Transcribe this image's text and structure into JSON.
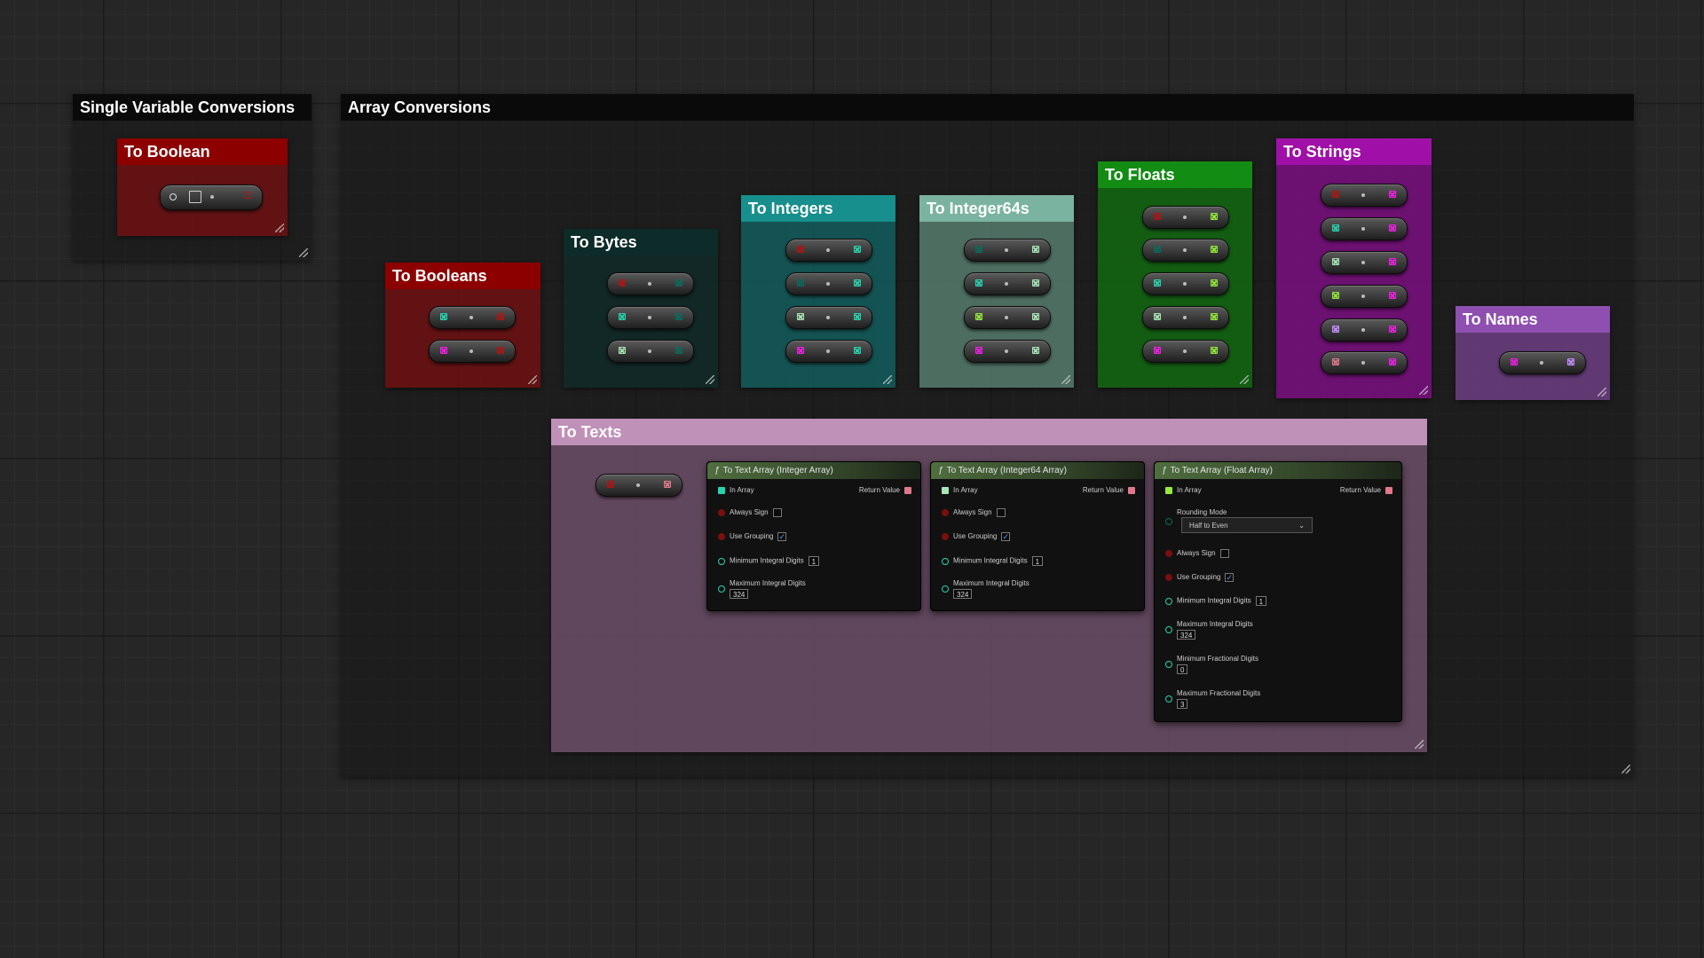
{
  "comments": {
    "single": "Single Variable Conversions",
    "array": "Array Conversions",
    "to_boolean": "To Boolean",
    "to_booleans": "To Booleans",
    "to_bytes": "To Bytes",
    "to_integers": "To Integers",
    "to_integer64s": "To Integer64s",
    "to_floats": "To Floats",
    "to_strings": "To Strings",
    "to_names": "To Names",
    "to_texts": "To Texts"
  },
  "nodes": {
    "integer": {
      "title": "To Text Array (Integer Array)",
      "in_array": "In Array",
      "return_value": "Return Value",
      "always_sign": "Always Sign",
      "use_grouping": "Use Grouping",
      "min_integral": "Minimum Integral Digits",
      "min_integral_value": "1",
      "max_integral": "Maximum Integral Digits",
      "max_integral_value": "324"
    },
    "integer64": {
      "title": "To Text Array (Integer64 Array)",
      "in_array": "In Array",
      "return_value": "Return Value",
      "always_sign": "Always Sign",
      "use_grouping": "Use Grouping",
      "min_integral": "Minimum Integral Digits",
      "min_integral_value": "1",
      "max_integral": "Maximum Integral Digits",
      "max_integral_value": "324"
    },
    "float": {
      "title": "To Text Array (Float Array)",
      "in_array": "In Array",
      "return_value": "Return Value",
      "rounding_mode": "Rounding Mode",
      "rounding_value": "Half to Even",
      "always_sign": "Always Sign",
      "use_grouping": "Use Grouping",
      "min_integral": "Minimum Integral Digits",
      "min_integral_value": "1",
      "max_integral": "Maximum Integral Digits",
      "max_integral_value": "324",
      "min_fractional": "Minimum Fractional Digits",
      "min_fractional_value": "0",
      "max_fractional": "Maximum Fractional Digits",
      "max_fractional_value": "3"
    }
  },
  "check_glyph": "✓",
  "pin_colors": {
    "bool": "#b01414",
    "byte": "#0b6b5f",
    "int": "#27d3b0",
    "int64": "#a8e6b5",
    "float": "#94ea3c",
    "string": "#f21ee6",
    "name": "#c58cff",
    "text": "#e0788c"
  },
  "comment_colors": {
    "single": "#0a0a0a",
    "array": "#0a0a0a",
    "to_boolean": "#8c0000",
    "to_booleans": "#8c0000",
    "to_bytes": "#0d2b28",
    "to_integers": "#178f8c",
    "to_integer64s": "#7ab3a0",
    "to_floats": "#138c13",
    "to_strings": "#a010a8",
    "to_names": "#8e4fb0",
    "to_texts": "#bf90b8"
  }
}
